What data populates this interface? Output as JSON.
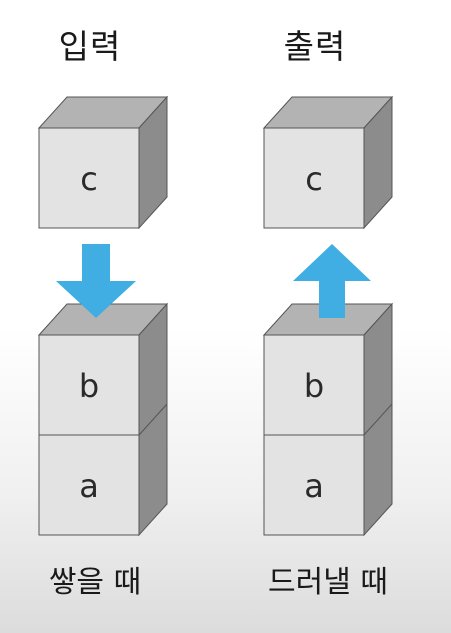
{
  "left": {
    "heading": "입력",
    "caption": "쌓을 때",
    "top_cube": "c",
    "stack": [
      "b",
      "a"
    ],
    "arrow": "down"
  },
  "right": {
    "heading": "출력",
    "caption": "드러낼 때",
    "top_cube": "c",
    "stack": [
      "b",
      "a"
    ],
    "arrow": "up"
  },
  "colors": {
    "cube_front": "#e3e3e3",
    "cube_top": "#b3b3b3",
    "cube_side": "#8c8c8c",
    "arrow": "#40aee3"
  }
}
